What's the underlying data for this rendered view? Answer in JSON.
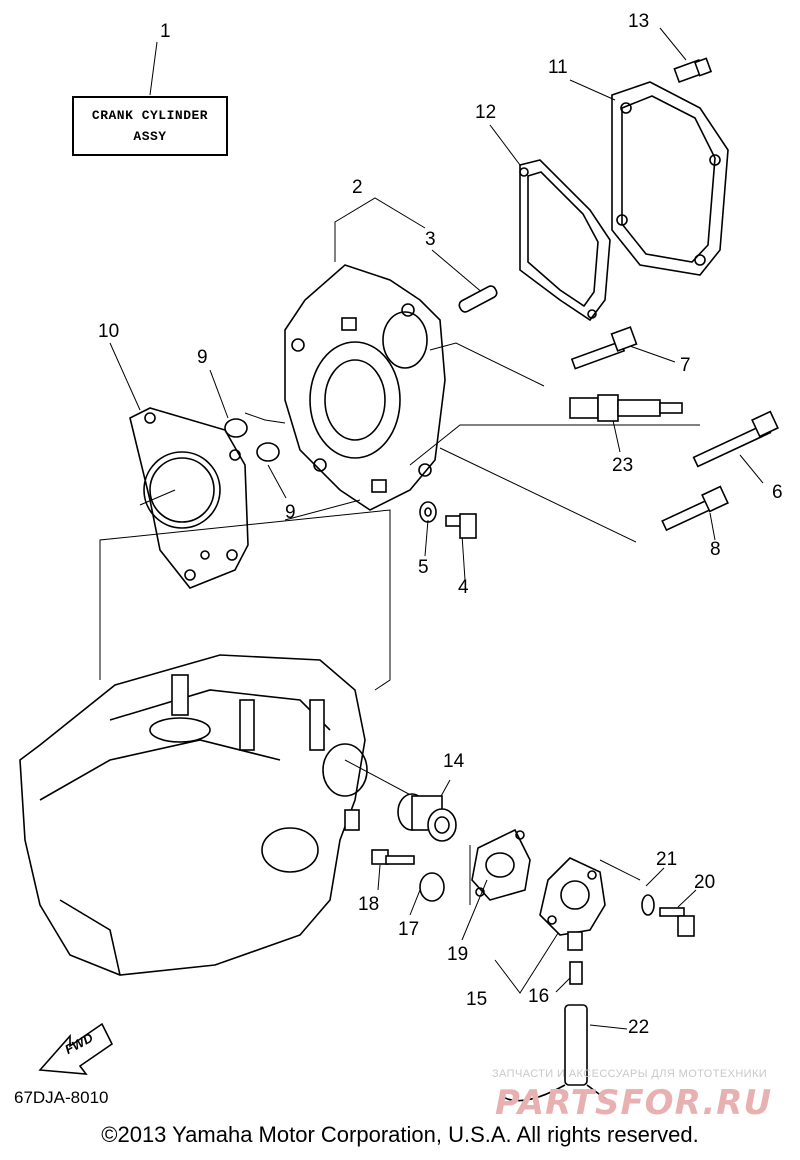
{
  "callouts": [
    {
      "id": "1",
      "text": "1"
    },
    {
      "id": "2",
      "text": "2"
    },
    {
      "id": "3",
      "text": "3"
    },
    {
      "id": "4",
      "text": "4"
    },
    {
      "id": "5",
      "text": "5"
    },
    {
      "id": "6",
      "text": "6"
    },
    {
      "id": "7",
      "text": "7"
    },
    {
      "id": "8",
      "text": "8"
    },
    {
      "id": "9a",
      "text": "9"
    },
    {
      "id": "9b",
      "text": "9"
    },
    {
      "id": "10",
      "text": "10"
    },
    {
      "id": "11",
      "text": "11"
    },
    {
      "id": "12",
      "text": "12"
    },
    {
      "id": "13",
      "text": "13"
    },
    {
      "id": "14",
      "text": "14"
    },
    {
      "id": "15",
      "text": "15"
    },
    {
      "id": "16",
      "text": "16"
    },
    {
      "id": "17",
      "text": "17"
    },
    {
      "id": "18",
      "text": "18"
    },
    {
      "id": "19",
      "text": "19"
    },
    {
      "id": "20",
      "text": "20"
    },
    {
      "id": "21",
      "text": "21"
    },
    {
      "id": "22",
      "text": "22"
    },
    {
      "id": "23",
      "text": "23"
    }
  ],
  "assy_box": {
    "line1": "CRANK CYLINDER",
    "line2": "ASSY"
  },
  "fwd_label": "FWD",
  "diagram_code": "67DJA-8010",
  "copyright": "©2013 Yamaha Motor Corporation, U.S.A. All rights reserved.",
  "watermark": {
    "line1": "ЗАПЧАСТИ И АКСЕССУАРЫ ДЛЯ МОТОТЕХНИКИ",
    "line2": "PARTSFOR.RU"
  }
}
